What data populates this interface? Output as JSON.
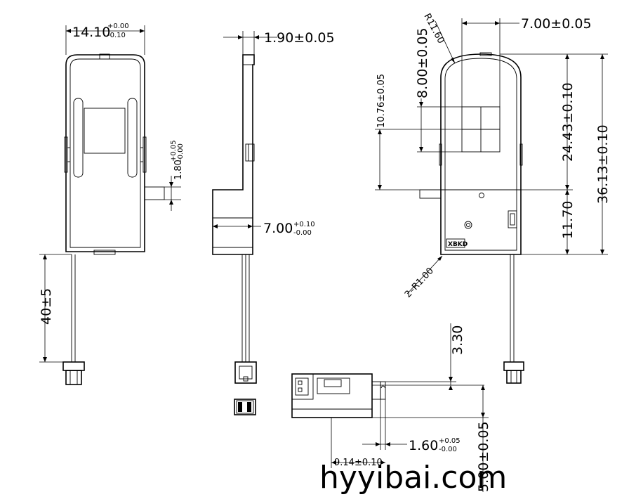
{
  "dimensions": {
    "width_top": {
      "base": "14.10",
      "upper": "+0.00",
      "lower": "-0.10"
    },
    "thickness_top": "1.90±0.05",
    "radius_corner": "R11.60",
    "width_right": "7.00±0.05",
    "height_window": "8.00±0.05",
    "height_inner": "10.76±0.05",
    "height_body": "24.43±0.10",
    "height_total": "36.13±0.10",
    "height_lower": "11.70",
    "radius_small": "2–R1.00",
    "pin_height": {
      "base": "1.80",
      "upper": "+0.05",
      "lower": "-0.00"
    },
    "side_width": {
      "base": "7.00",
      "upper": "+0.10",
      "lower": "-0.00"
    },
    "cable_length": "40±5",
    "tab_height": "3.30",
    "tab_thickness": {
      "base": "1.60",
      "upper": "+0.05",
      "lower": "-0.00"
    },
    "tab_offset": "9.14±0.10",
    "tab_depth": "5.00±0.05"
  },
  "marking": "XBKD",
  "watermark": "hyyibai.com"
}
